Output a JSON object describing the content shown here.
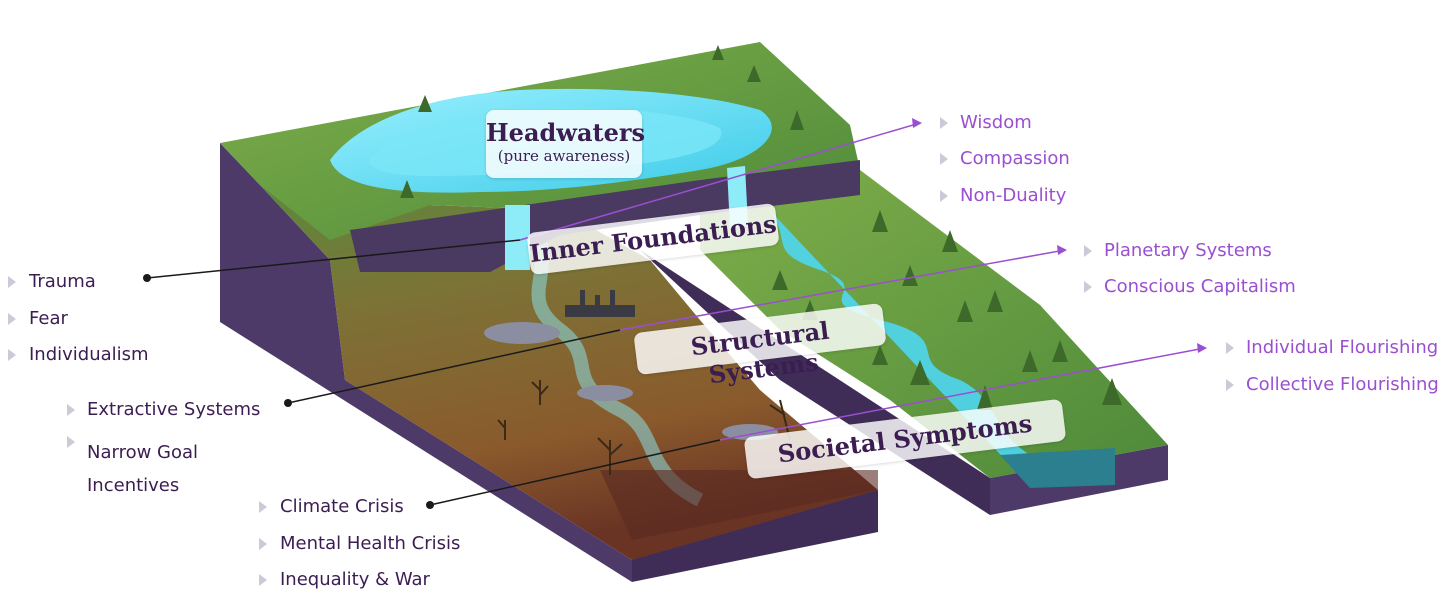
{
  "stages": [
    {
      "id": "headwaters",
      "title": "Headwaters",
      "subtitle": "(pure awareness)"
    },
    {
      "id": "inner",
      "title": "Inner Foundations"
    },
    {
      "id": "structural",
      "title": "Structural Systems"
    },
    {
      "id": "societal",
      "title": "Societal Symptoms"
    }
  ],
  "left_groups": [
    {
      "items": [
        "Trauma",
        "Fear",
        "Individualism"
      ]
    },
    {
      "items": [
        "Extractive Systems",
        "Narrow Goal Incentives"
      ]
    },
    {
      "items": [
        "Climate Crisis",
        "Mental Health Crisis",
        "Inequality & War"
      ]
    }
  ],
  "right_groups": [
    {
      "items": [
        "Wisdom",
        "Compassion",
        "Non-Duality"
      ]
    },
    {
      "items": [
        "Planetary Systems",
        "Conscious Capitalism"
      ]
    },
    {
      "items": [
        "Individual Flourishing",
        "Collective Flourishing"
      ]
    }
  ],
  "colors": {
    "dark_text": "#3b1d52",
    "accent": "#9a4fd0",
    "earth_side": "#4e3a68",
    "grass": "#6a9a3e",
    "water": "#4fd6f0",
    "barren": "#8a6a2e"
  }
}
